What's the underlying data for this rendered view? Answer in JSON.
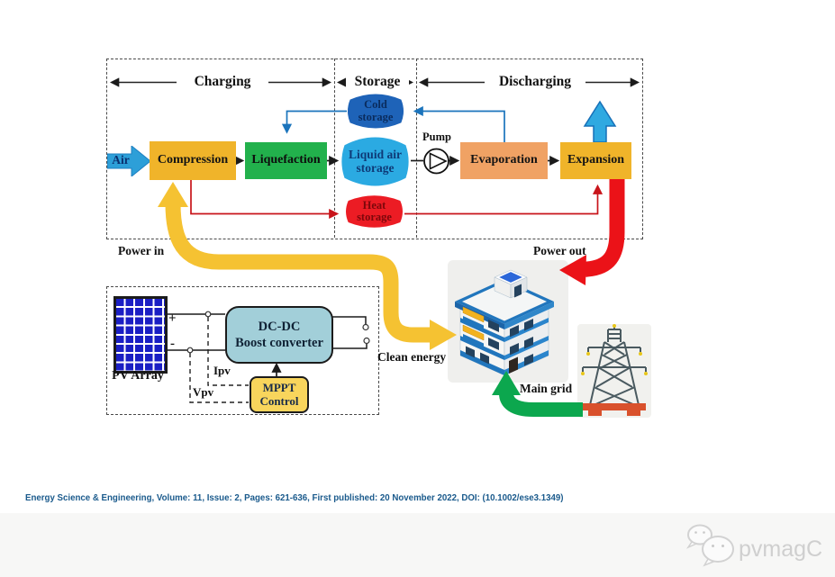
{
  "figure": {
    "sections": {
      "charging": "Charging",
      "storage": "Storage",
      "discharging": "Discharging"
    },
    "blocks": {
      "air": "Air",
      "compression": "Compression",
      "liquefaction": "Liquefaction",
      "cold_storage": "Cold storage",
      "liquid_air_storage": "Liquid air storage",
      "heat_storage": "Heat storage",
      "pump": "Pump",
      "evaporation": "Evaporation",
      "expansion": "Expansion"
    },
    "flow_labels": {
      "power_in": "Power in",
      "power_out": "Power out",
      "clean_energy": "Clean energy",
      "main_grid": "Main grid"
    },
    "pv_system": {
      "pv_array": "PV Array",
      "plus": "+",
      "minus": "-",
      "converter_line1": "DC-DC",
      "converter_line2": "Boost converter",
      "current": "Ipv",
      "voltage": "Vpv",
      "mppt_line1": "MPPT",
      "mppt_line2": "Control"
    },
    "colors": {
      "box_yellow": "#F0B42A",
      "box_green": "#22B14C",
      "box_orange": "#F0A264",
      "cyl_dark_blue": "#1E63B8",
      "cyl_light_blue": "#2BAAE2",
      "cyl_red": "#EC1C24",
      "air_blue": "#2D9FD8",
      "arrow_yellow": "#F5C232",
      "arrow_red": "#EB1218",
      "arrow_blue": "#2FA9E1",
      "arrow_green": "#0CA74E"
    }
  },
  "caption": "Energy Science & Engineering, Volume: 11, Issue: 2, Pages: 621-636, First published: 20 November 2022, DOI: (10.1002/ese3.1349)",
  "watermark": "pvmagC"
}
